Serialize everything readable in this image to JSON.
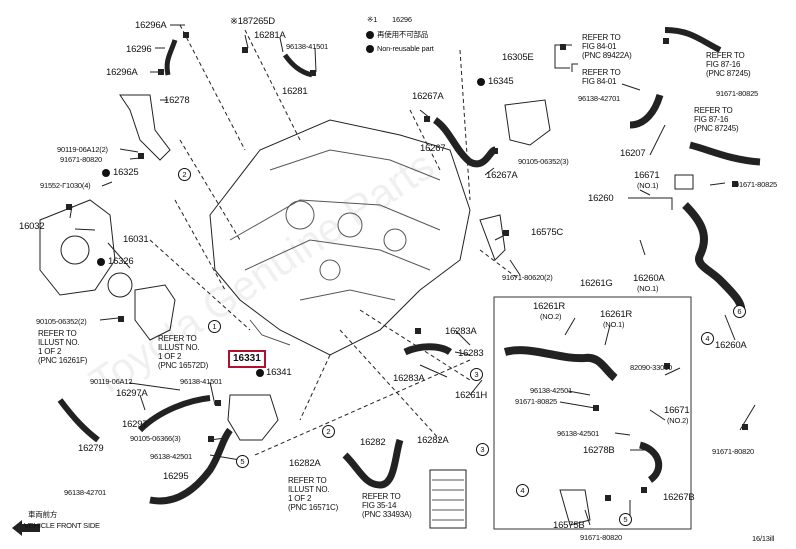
{
  "legend": {
    "line1_mark": "※1",
    "line1_code": "16296",
    "line2": "再使用不可部品",
    "line3": "Non-reusable part"
  },
  "watermark": "Toyota Genuine Parts",
  "vehicle_front": {
    "jp": "車両前方",
    "en": "VEHICLE FRONT SIDE"
  },
  "page_ref": "16/13ill",
  "labels": {
    "p16296A_top": "16296A",
    "p187265D": "※187265D",
    "p16281A": "16281A",
    "p16296": "16296",
    "p96138_41501_top": "96138-41501",
    "p16296A_mid": "16296A",
    "p16281": "16281",
    "p16278": "16278",
    "p90119_06A12": "90119-06A12(2)",
    "p91671_80820_a": "91671-80820",
    "p91552_F1030": "91552-Г1030(4)",
    "p16325": "16325",
    "p16032": "16032",
    "p16031": "16031",
    "p16326": "16326",
    "p90105_06352_a": "90105-06352(2)",
    "p90119_06A12_b": "90119-06A12",
    "p16297A": "16297A",
    "p16297": "16297",
    "p96138_41501_b": "96138-41501",
    "p16331": "16331",
    "p16341": "16341",
    "p90105_06366": "90105-06366(3)",
    "p96138_42501_a": "96138-42501",
    "p16279": "16279",
    "p96138_42701": "96138-42701",
    "p16295": "16295",
    "p16282A_1": "16282A",
    "p16282": "16282",
    "p16282A_2": "16282A",
    "p16283A_1": "16283A",
    "p16283": "16283",
    "p16283A_2": "16283A",
    "p16261H": "16261H",
    "p16305E": "16305E",
    "p16345": "16345",
    "p16267A_a": "16267A",
    "p16267": "16267",
    "p90105_06352_b": "90105-06352(3)",
    "p16267A_b": "16267A",
    "p16575C": "16575C",
    "p91671_80620": "91671-80620(2)",
    "p16261G": "16261G",
    "p16261R_1": "16261R",
    "p16261R_2": "16261R",
    "p82090_33010": "82090-33010",
    "p96138_42501_b": "96138-42501",
    "p91671_80825_a": "91671-80825",
    "p16671_b": "16671",
    "p96138_42501_c": "96138-42501",
    "p16278B": "16278B",
    "p16207": "16207",
    "p16671_a": "16671",
    "p91671_80825_b": "91671-80825",
    "p16260": "16260",
    "p16260A_a": "16260A",
    "p16260A_b": "16260A",
    "p91671_80820_b": "91671-80820",
    "p16267B": "16267B",
    "p16575B": "16575B",
    "p91671_80820_c": "91671-80820",
    "p91671_80825_c": "91671-80825",
    "p96138_42701_b": "96138-42701"
  },
  "notes": {
    "no1": "(NO.1)",
    "no2": "(NO.2)",
    "no1b": "(NO.1)",
    "no2b": "(NO.2)",
    "no1c": "(NO.1)"
  },
  "refs": {
    "r1": [
      "REFER TO",
      "ILLUST NO.",
      "1 OF 2",
      "(PNC 16261F)"
    ],
    "r2": [
      "REFER TO",
      "ILLUST NO.",
      "1 OF 2",
      "(PNC 16572D)"
    ],
    "r3": [
      "REFER TO",
      "ILLUST NO.",
      "1 OF 2",
      "(PNC 16571C)"
    ],
    "r4": [
      "REFER TO",
      "FIG 35-14",
      "(PNC 33493A)"
    ],
    "r5": [
      "REFER TO",
      "FIG 84-01",
      "(PNC 89422A)"
    ],
    "r6": [
      "REFER TO",
      "FIG 84-01"
    ],
    "r7": [
      "REFER TO",
      "FIG 87-16",
      "(PNC 87245)"
    ],
    "r8": [
      "REFER TO",
      "FIG 87-16",
      "(PNC 87245)"
    ]
  },
  "callouts": {
    "c1": "1",
    "c2": "2",
    "c3": "3",
    "c4": "4",
    "c5": "5",
    "c6": "6"
  }
}
